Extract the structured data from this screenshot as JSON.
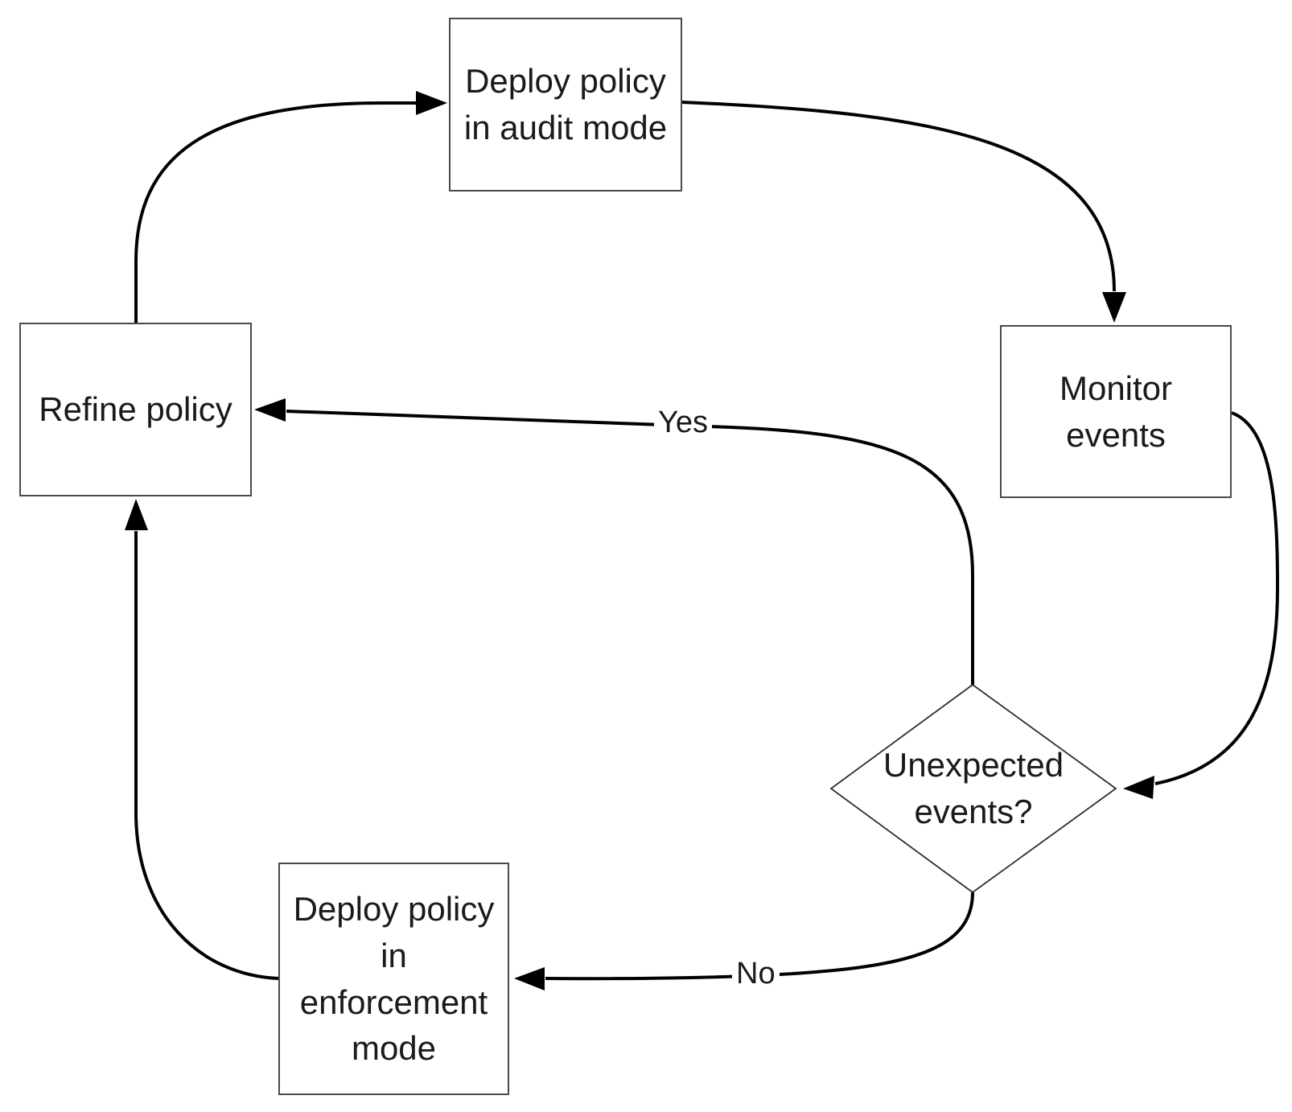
{
  "diagram": {
    "type": "flowchart",
    "background": "#ffffff",
    "nodes": {
      "audit": {
        "label": "Deploy policy\nin audit mode",
        "shape": "rectangle"
      },
      "monitor": {
        "label": "Monitor\nevents",
        "shape": "rectangle"
      },
      "decision": {
        "label": "Unexpected\nevents?",
        "shape": "diamond"
      },
      "enforcement": {
        "label": "Deploy policy\nin\nenforcement\nmode",
        "shape": "rectangle"
      },
      "refine": {
        "label": "Refine policy",
        "shape": "rectangle"
      }
    },
    "edges": [
      {
        "from": "refine",
        "to": "audit",
        "label": ""
      },
      {
        "from": "audit",
        "to": "monitor",
        "label": ""
      },
      {
        "from": "monitor",
        "to": "decision",
        "label": ""
      },
      {
        "from": "decision",
        "to": "refine",
        "label": "Yes"
      },
      {
        "from": "decision",
        "to": "enforcement",
        "label": "No"
      },
      {
        "from": "enforcement",
        "to": "refine",
        "label": ""
      }
    ],
    "colors": {
      "edge_stroke": "#000000",
      "box_border": "#4a4a4a",
      "diamond_border": "#2e2e2e",
      "text": "#1a1a1a",
      "background": "#ffffff"
    }
  }
}
